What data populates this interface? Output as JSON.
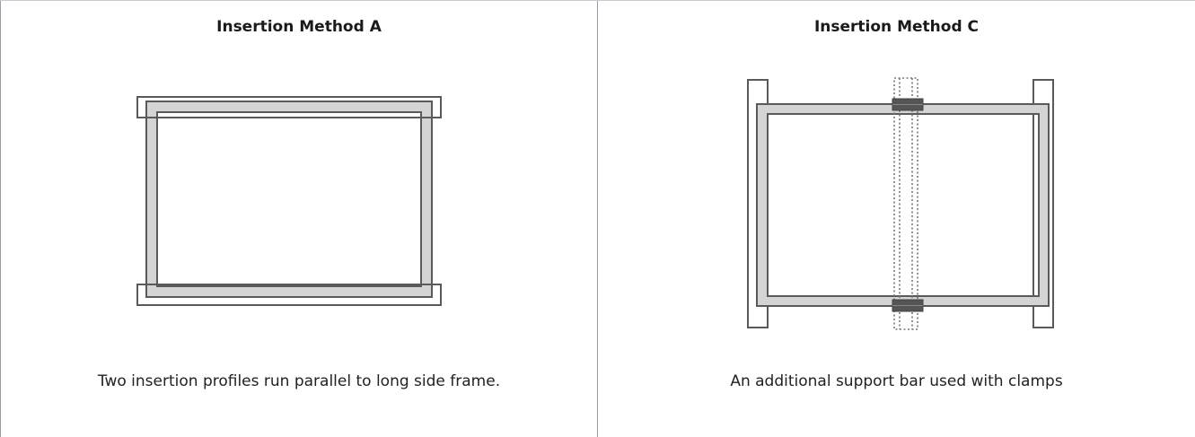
{
  "left_panel": {
    "title": "Insertion Method A",
    "caption": "Two insertion profiles run parallel to long side frame."
  },
  "right_panel": {
    "title": "Insertion Method C",
    "caption": "An additional support bar used with clamps"
  },
  "colors": {
    "outline": "#5a5a5a",
    "frame_fill": "#d4d4d4",
    "clamp_fill": "#555555",
    "dotted": "#777777",
    "divider": "#9a9aa8"
  }
}
